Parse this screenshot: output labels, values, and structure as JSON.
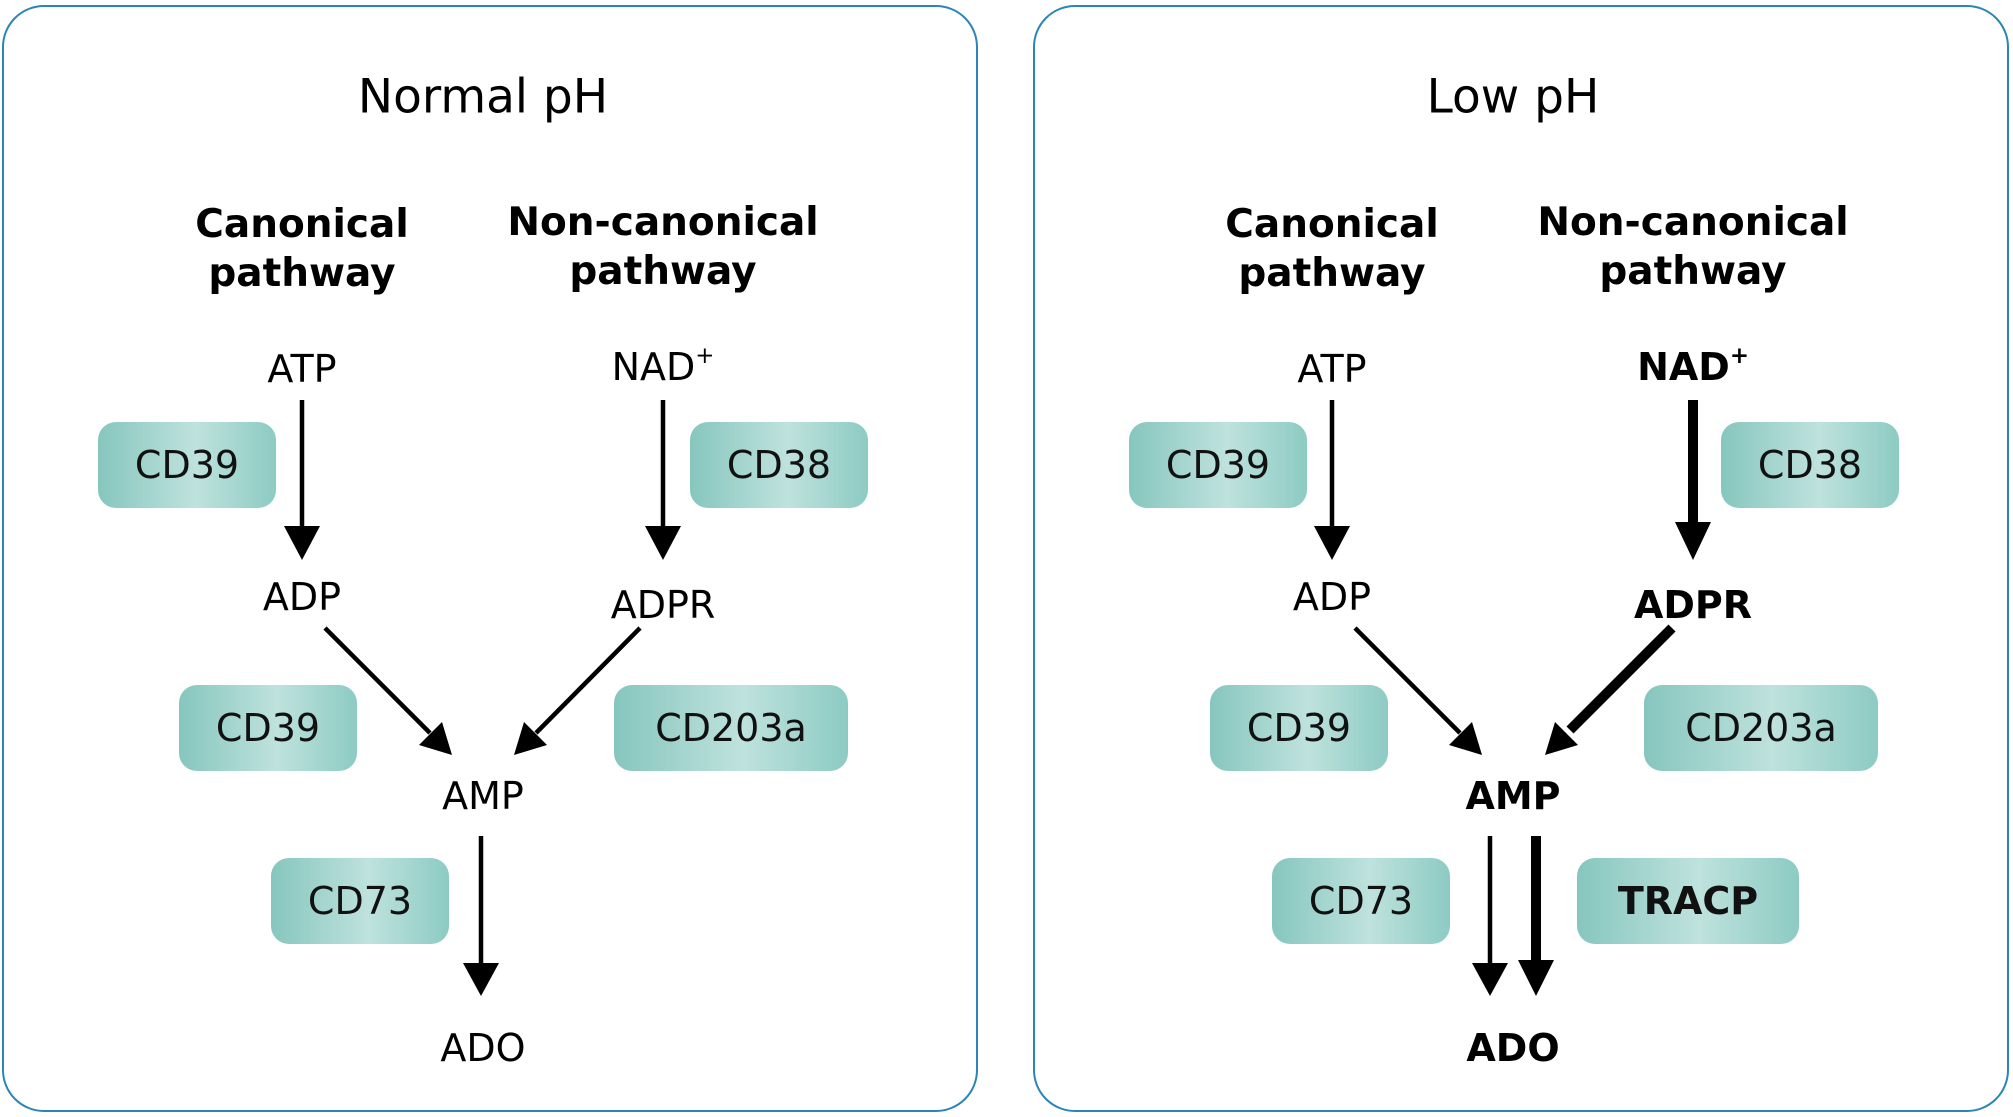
{
  "normal": {
    "title": "Normal pH",
    "canonical": [
      "Canonical",
      "pathway"
    ],
    "noncanonical": [
      "Non-canonical",
      "pathway"
    ],
    "atp": "ATP",
    "nad": "NAD",
    "nad_sup": "+",
    "adp": "ADP",
    "adpr": "ADPR",
    "amp": "AMP",
    "ado": "ADO",
    "enzymes": {
      "cd39_top": "CD39",
      "cd38": "CD38",
      "cd39_mid": "CD39",
      "cd203a": "CD203a",
      "cd73": "CD73"
    }
  },
  "low": {
    "title": "Low pH",
    "canonical": [
      "Canonical",
      "pathway"
    ],
    "noncanonical": [
      "Non-canonical",
      "pathway"
    ],
    "atp": "ATP",
    "nad": "NAD",
    "nad_sup": "+",
    "adp": "ADP",
    "adpr": "ADPR",
    "amp": "AMP",
    "ado": "ADO",
    "enzymes": {
      "cd39_top": "CD39",
      "cd38": "CD38",
      "cd39_mid": "CD39",
      "cd203a": "CD203a",
      "cd73": "CD73",
      "tracp": "TRACP"
    }
  },
  "colors": {
    "border": "#2a86b4",
    "enzyme_fill": "#a8d8d1",
    "arrow": "#000000"
  }
}
